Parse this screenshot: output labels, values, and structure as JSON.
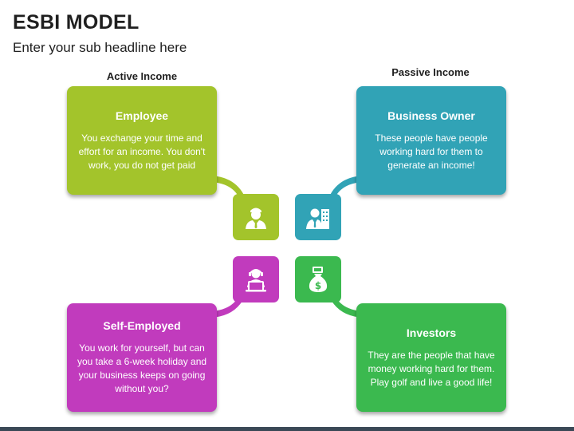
{
  "header": {
    "title": "ESBI MODEL",
    "subtitle": "Enter your sub headline here"
  },
  "labels": {
    "active": "Active Income",
    "passive": "Passive Income"
  },
  "quadrants": {
    "employee": {
      "title": "Employee",
      "text": "You exchange your time and effort for an income. You don't work, you do not get paid",
      "color": "#a3c42b",
      "icon": "employee-icon"
    },
    "business_owner": {
      "title": "Business Owner",
      "text": "These people have people working hard for them to generate an income!",
      "color": "#31a3b6",
      "icon": "business-owner-icon"
    },
    "self_employed": {
      "title": "Self-Employed",
      "text": "You work for yourself, but can you take a 6-week holiday and your business keeps on going without you?",
      "color": "#c13bbd",
      "icon": "self-employed-icon"
    },
    "investors": {
      "title": "Investors",
      "text": "They are the people that have money working hard for them. Play golf and live a good life!",
      "color": "#3bb94f",
      "icon": "money-bag-icon"
    }
  }
}
